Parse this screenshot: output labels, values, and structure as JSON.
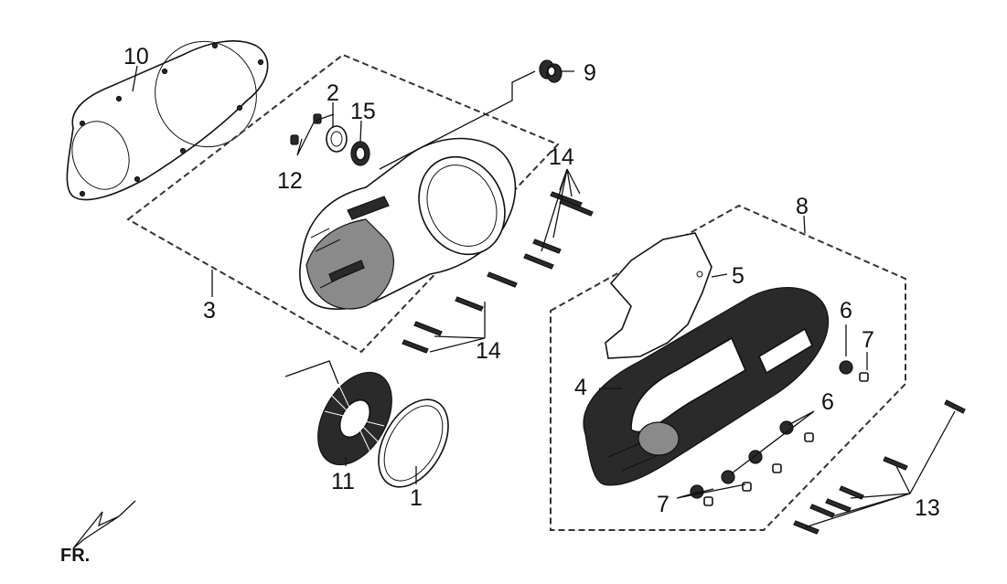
{
  "labels": {
    "p1": "1",
    "p2": "2",
    "p3": "3",
    "p4": "4",
    "p5": "5",
    "p6a": "6",
    "p6b": "6",
    "p7a": "7",
    "p7b": "7",
    "p8": "8",
    "p9": "9",
    "p10": "10",
    "p11": "11",
    "p12": "12",
    "p13": "13",
    "p14a": "14",
    "p14b": "14",
    "p15": "15"
  },
  "front_marker": "FR."
}
